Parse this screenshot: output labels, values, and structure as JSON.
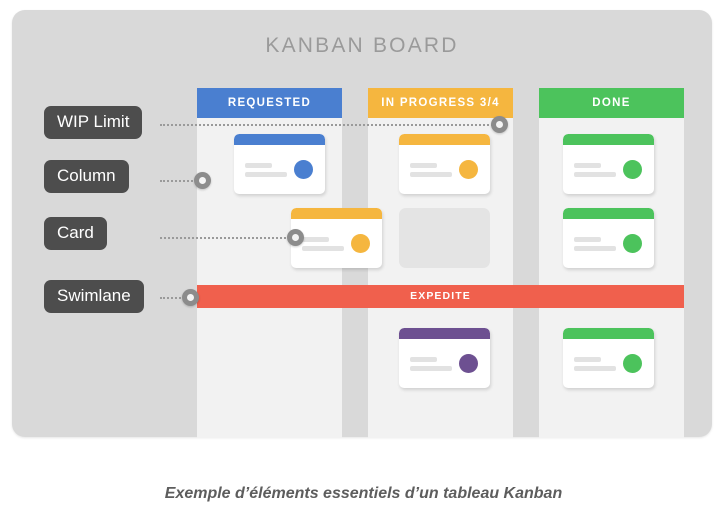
{
  "board": {
    "title": "KANBAN BOARD",
    "background_color": "#d9d9d9",
    "title_color": "#9a9a9a"
  },
  "columns": [
    {
      "id": "requested",
      "header": "REQUESTED",
      "color": "#4a7fd0",
      "body_color": "#f2f2f2"
    },
    {
      "id": "in-progress",
      "header": "IN PROGRESS 3/4",
      "color": "#f5b63f",
      "body_color": "#f2f2f2",
      "wip_limit": "3/4"
    },
    {
      "id": "done",
      "header": "DONE",
      "color": "#4cc35c",
      "body_color": "#f2f2f2"
    }
  ],
  "cards": [
    {
      "id": "req-1",
      "column": "requested",
      "accent": "#4a7fd0",
      "dot": "#4a7fd0",
      "kind": "card"
    },
    {
      "id": "prog-1",
      "column": "in-progress",
      "accent": "#f5b63f",
      "dot": "#f5b63f",
      "kind": "card"
    },
    {
      "id": "done-1",
      "column": "done",
      "accent": "#4cc35c",
      "dot": "#4cc35c",
      "kind": "card"
    },
    {
      "id": "straddle",
      "column": "requested-in-progress",
      "accent": "#f5b63f",
      "dot": "#f5b63f",
      "kind": "card"
    },
    {
      "id": "placeholder",
      "column": "in-progress",
      "accent": "#e4e4e4",
      "dot": "",
      "kind": "empty-slot"
    },
    {
      "id": "done-2",
      "column": "done",
      "accent": "#4cc35c",
      "dot": "#4cc35c",
      "kind": "card"
    },
    {
      "id": "prog-2",
      "column": "in-progress",
      "accent": "#6d5091",
      "dot": "#6d5091",
      "kind": "card"
    },
    {
      "id": "done-3",
      "column": "done",
      "accent": "#4cc35c",
      "dot": "#4cc35c",
      "kind": "card"
    }
  ],
  "swimlane": {
    "label": "EXPEDITE",
    "color": "#f0604d"
  },
  "annotations": [
    {
      "id": "wip-limit",
      "label": "WIP Limit",
      "points_to": "in-progress-header"
    },
    {
      "id": "column",
      "label": "Column",
      "points_to": "requested-column"
    },
    {
      "id": "card",
      "label": "Card",
      "points_to": "straddle-card"
    },
    {
      "id": "swimlane",
      "label": "Swimlane",
      "points_to": "expedite-swimlane"
    }
  ],
  "annotation_style": {
    "background": "#4d4d4d",
    "text_color": "#ffffff",
    "connector_color": "#9a9a9a"
  },
  "caption": "Exemple d’éléments essentiels d’un tableau Kanban"
}
